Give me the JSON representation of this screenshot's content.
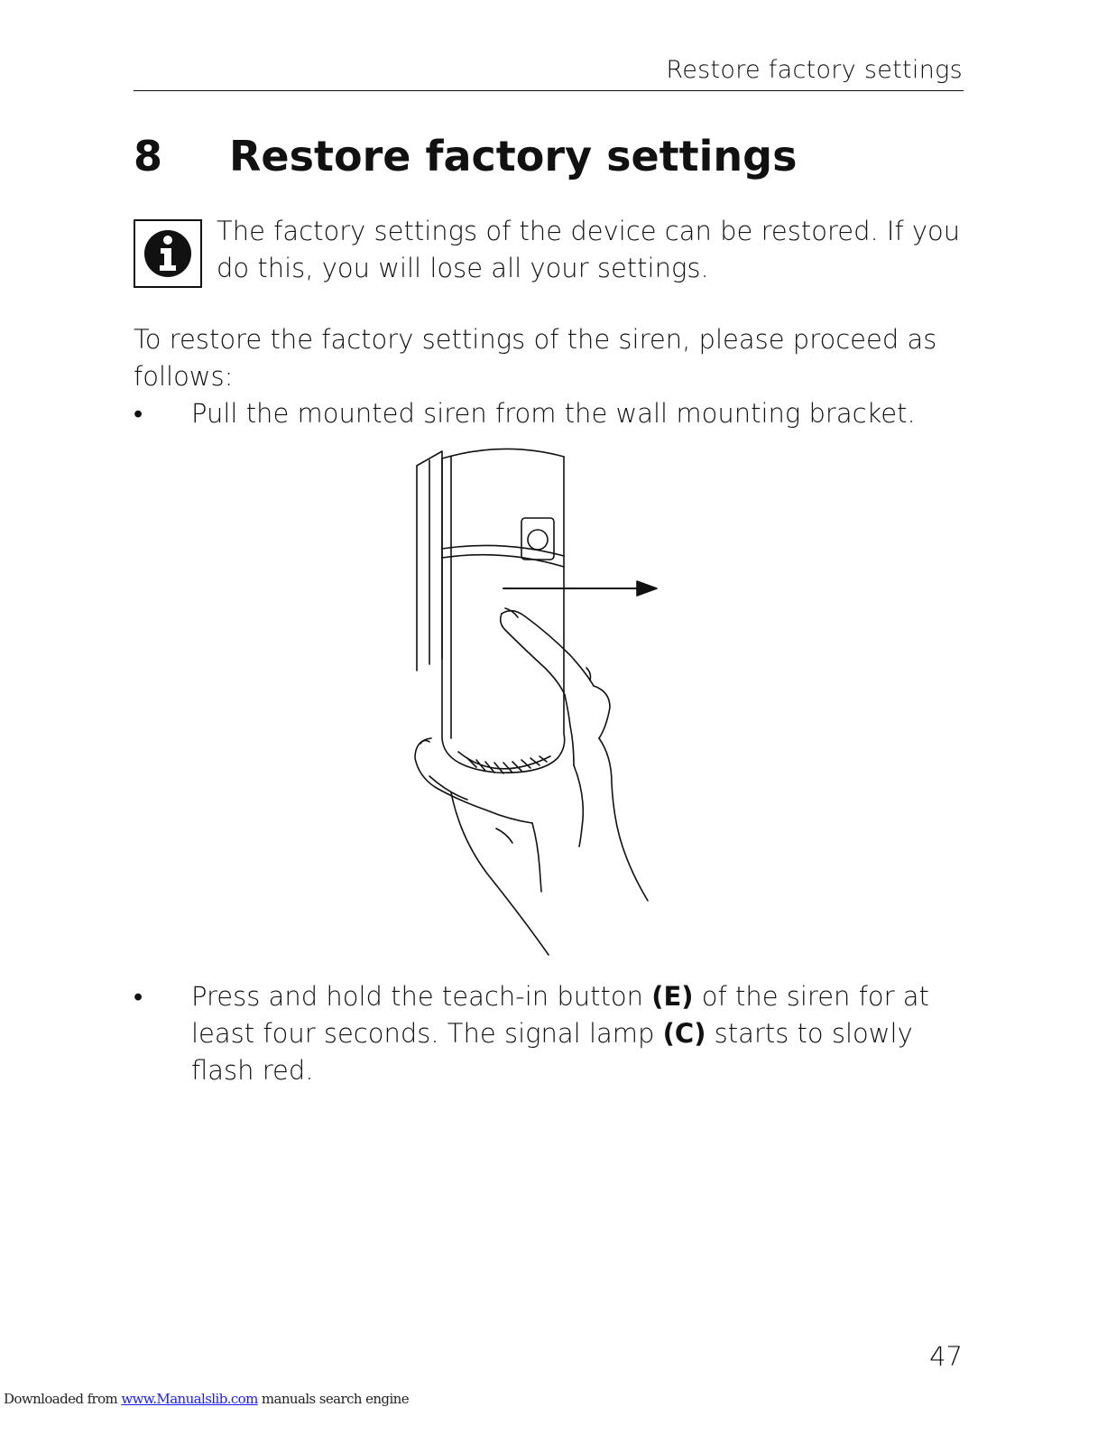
{
  "header": {
    "running_title": "Restore factory settings"
  },
  "chapter": {
    "number": "8",
    "title": "Restore factory settings"
  },
  "note": {
    "icon": "info-icon",
    "text": "The factory settings of the device can be restored. If you do this, you will lose all your settings."
  },
  "intro": "To restore the factory settings of the siren, please proceed as follows:",
  "steps": [
    {
      "bullet": "•",
      "text": "Pull the mounted siren from the wall mounting bracket."
    },
    {
      "bullet": "•",
      "text_1": "Press and hold the teach-in button ",
      "ref_1": "(E)",
      "text_2": " of the siren for at least four seconds. The signal lamp ",
      "ref_2": "(C)",
      "text_3": " starts to slowly flash red."
    }
  ],
  "illustration": {
    "icon": "siren-removal-illustration"
  },
  "page_number": "47",
  "footer": {
    "prefix": "Downloaded from ",
    "link": "www.Manualslib.com",
    "suffix": "  manuals search engine"
  }
}
